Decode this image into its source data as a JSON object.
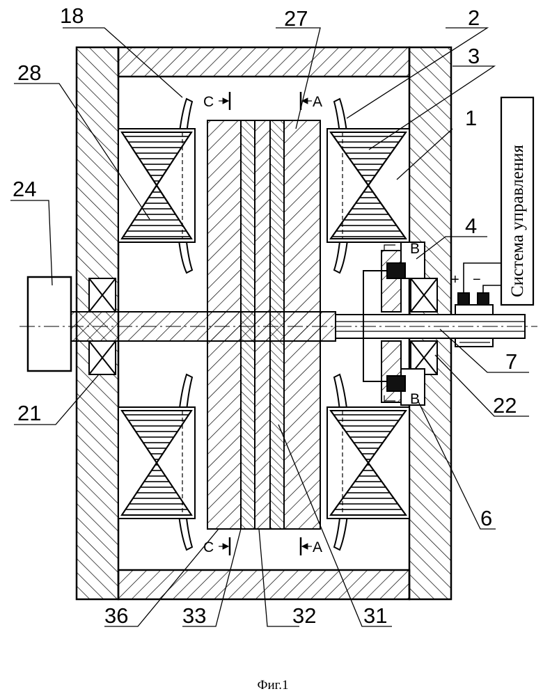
{
  "labels": {
    "n18": "18",
    "n27": "27",
    "n2": "2",
    "n3": "3",
    "n28": "28",
    "n1": "1",
    "n24": "24",
    "n4": "4",
    "n7": "7",
    "n22": "22",
    "n21": "21",
    "n6": "6",
    "n36": "36",
    "n33": "33",
    "n32": "32",
    "n31": "31"
  },
  "sections": {
    "c": "C",
    "a": "A",
    "b": "B"
  },
  "polarity": {
    "plus": "+",
    "minus": "−"
  },
  "control_system": "Система управления",
  "caption": "Фиг.1"
}
